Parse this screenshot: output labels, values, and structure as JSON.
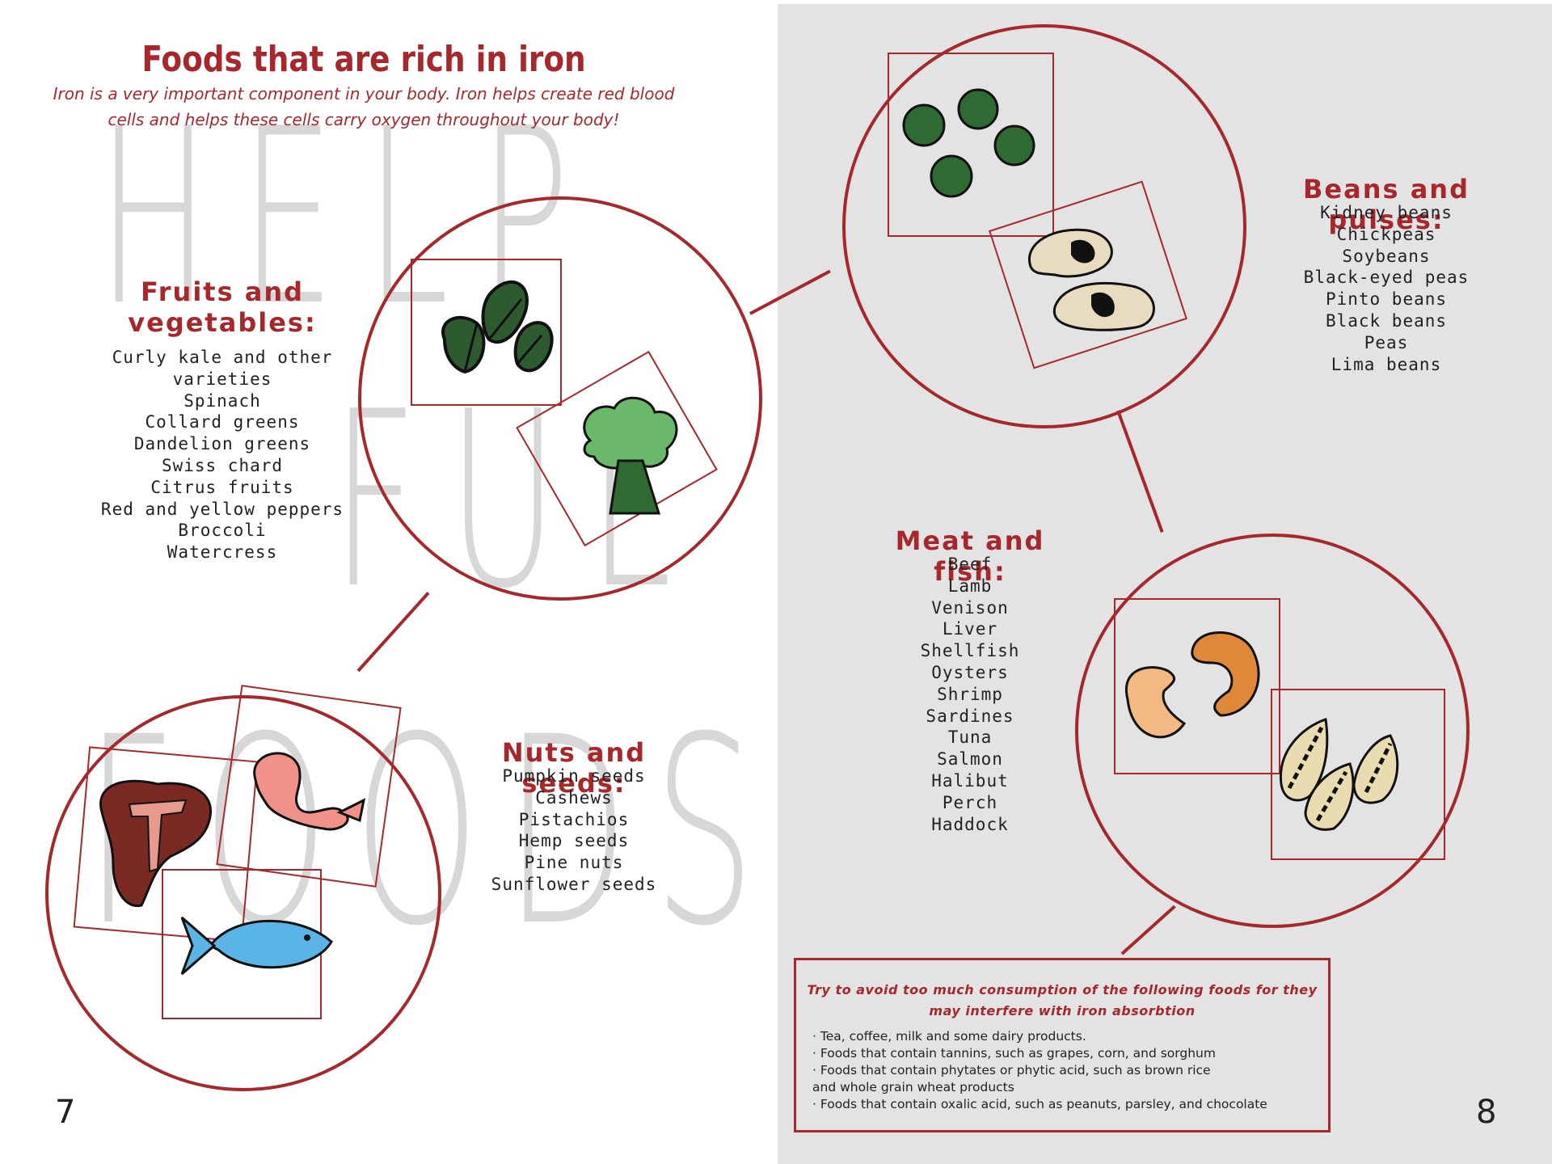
{
  "title": "Foods that are rich in iron",
  "intro_line1": "Iron is a very important component in your body. Iron helps create red blood",
  "intro_line2": "cells and helps these cells carry oxygen throughout your body!",
  "watermark": {
    "word1": "HELP",
    "word2": "FUL",
    "word3": "FOODS"
  },
  "fruits": {
    "heading_line1": "Fruits and",
    "heading_line2": "vegetables:",
    "items": [
      "Curly kale and other varieties",
      "Spinach",
      "Collard greens",
      "Dandelion greens",
      "Swiss chard",
      "Citrus fruits",
      "Red and yellow peppers",
      "Broccoli",
      "Watercress"
    ]
  },
  "nuts": {
    "heading": "Nuts and seeds:",
    "items": [
      "Pumpkin seeds",
      "Cashews",
      "Pistachios",
      "Hemp seeds",
      "Pine nuts",
      "Sunflower seeds"
    ]
  },
  "beans": {
    "heading": "Beans and pulses:",
    "items": [
      "Kidney beans",
      "Chickpeas",
      "Soybeans",
      "Black-eyed peas",
      "Pinto beans",
      "Black beans",
      "Peas",
      "Lima beans"
    ]
  },
  "meat": {
    "heading": "Meat and fish:",
    "items": [
      "Beef",
      "Lamb",
      "Venison",
      "Liver",
      "Shellfish",
      "Oysters",
      "Shrimp",
      "Sardines",
      "Tuna",
      "Salmon",
      "Halibut",
      "Perch",
      "Haddock"
    ]
  },
  "note": {
    "title_line1": "Try to avoid too much consumption of the following foods for they",
    "title_line2": "may interfere with iron absorbtion",
    "items": [
      "· Tea, coffee, milk and some dairy products.",
      "· Foods that contain tannins, such as grapes, corn, and sorghum",
      "· Foods that contain phytates or phytic acid, such as brown rice",
      "and whole grain wheat products",
      "· Foods that contain oxalic acid, such as peanuts, parsley, and chocolate"
    ]
  },
  "page_left": "7",
  "page_right": "8",
  "colors": {
    "accent": "#a6282d",
    "right_page_bg": "#e3e3e3",
    "watermark": "#d7d7d7"
  },
  "icons": [
    "spinach-leaves-icon",
    "broccoli-icon",
    "green-peas-icon",
    "black-eyed-beans-icon",
    "cashews-icon",
    "sunflower-seeds-icon",
    "steak-icon",
    "shrimp-icon",
    "fish-icon"
  ]
}
